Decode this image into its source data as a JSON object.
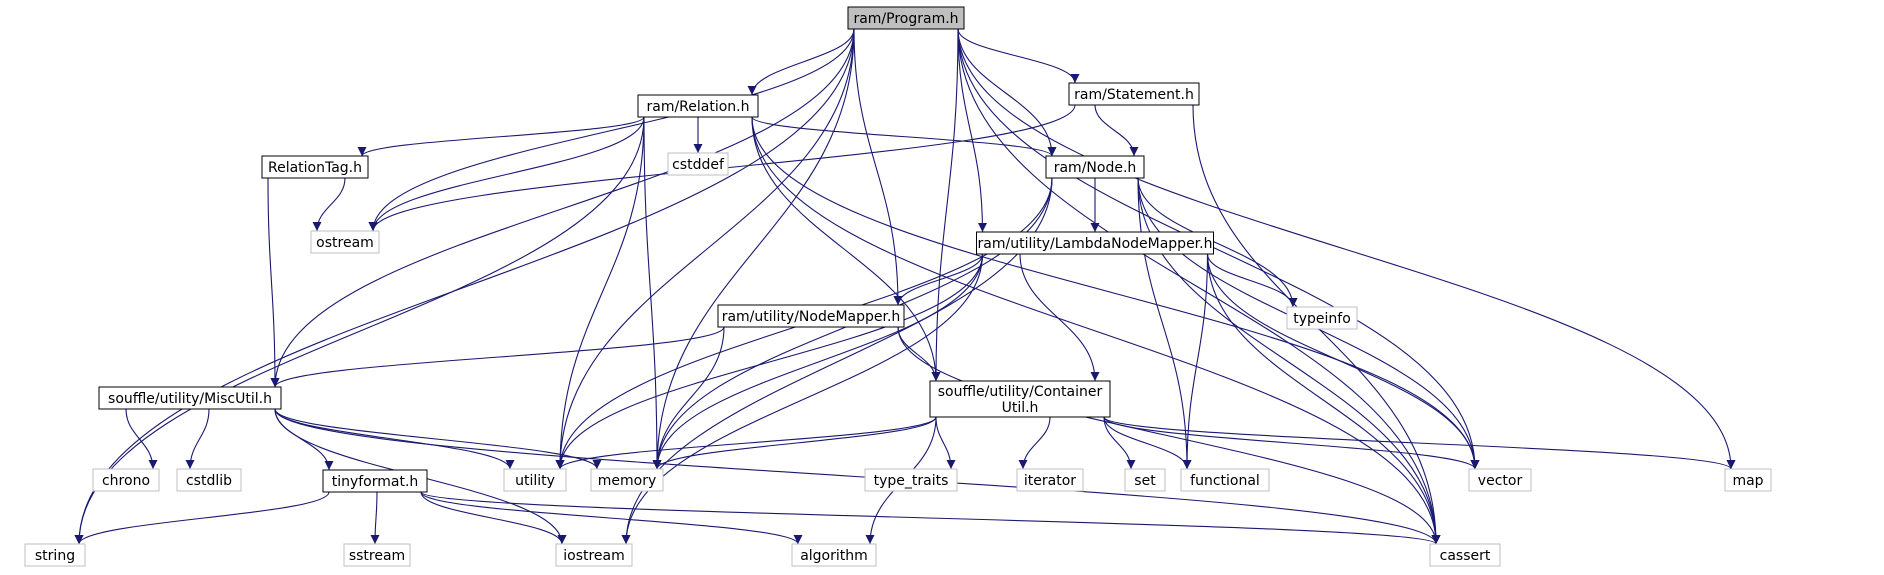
{
  "colors": {
    "edge": "#191970",
    "root_fill": "#bfbfbf",
    "project_stroke": "#000000",
    "system_stroke": "#bfbfbf",
    "background": "#ffffff"
  },
  "nodes": {
    "program": {
      "label": "ram/Program.h",
      "kind": "root"
    },
    "relation": {
      "label": "ram/Relation.h",
      "kind": "project"
    },
    "statement": {
      "label": "ram/Statement.h",
      "kind": "project"
    },
    "relationtag": {
      "label": "RelationTag.h",
      "kind": "project"
    },
    "node": {
      "label": "ram/Node.h",
      "kind": "project"
    },
    "lambda": {
      "label": "ram/utility/LambdaNodeMapper.h",
      "kind": "project"
    },
    "nodemapper": {
      "label": "ram/utility/NodeMapper.h",
      "kind": "project"
    },
    "miscutil": {
      "label": "souffle/utility/MiscUtil.h",
      "kind": "project"
    },
    "container": {
      "label": [
        "souffle/utility/Container",
        "Util.h"
      ],
      "kind": "project"
    },
    "tinyformat": {
      "label": "tinyformat.h",
      "kind": "project"
    },
    "cstddef": {
      "label": "cstddef",
      "kind": "system"
    },
    "ostream": {
      "label": "ostream",
      "kind": "system"
    },
    "typeinfo": {
      "label": "typeinfo",
      "kind": "system"
    },
    "chrono": {
      "label": "chrono",
      "kind": "system"
    },
    "cstdlib": {
      "label": "cstdlib",
      "kind": "system"
    },
    "utility": {
      "label": "utility",
      "kind": "system"
    },
    "memory": {
      "label": "memory",
      "kind": "system"
    },
    "type_traits": {
      "label": "type_traits",
      "kind": "system"
    },
    "iterator": {
      "label": "iterator",
      "kind": "system"
    },
    "set": {
      "label": "set",
      "kind": "system"
    },
    "functional": {
      "label": "functional",
      "kind": "system"
    },
    "vector": {
      "label": "vector",
      "kind": "system"
    },
    "map": {
      "label": "map",
      "kind": "system"
    },
    "string": {
      "label": "string",
      "kind": "system"
    },
    "sstream": {
      "label": "sstream",
      "kind": "system"
    },
    "iostream": {
      "label": "iostream",
      "kind": "system"
    },
    "algorithm": {
      "label": "algorithm",
      "kind": "system"
    },
    "cassert": {
      "label": "cassert",
      "kind": "system"
    }
  },
  "edges": [
    [
      "program",
      "relation"
    ],
    [
      "program",
      "statement"
    ],
    [
      "program",
      "node"
    ],
    [
      "program",
      "lambda"
    ],
    [
      "program",
      "nodemapper"
    ],
    [
      "program",
      "container"
    ],
    [
      "program",
      "miscutil"
    ],
    [
      "program",
      "ostream"
    ],
    [
      "program",
      "utility"
    ],
    [
      "program",
      "memory"
    ],
    [
      "program",
      "string"
    ],
    [
      "program",
      "vector"
    ],
    [
      "program",
      "map"
    ],
    [
      "program",
      "cassert"
    ],
    [
      "relation",
      "relationtag"
    ],
    [
      "relation",
      "node"
    ],
    [
      "relation",
      "cstddef"
    ],
    [
      "relation",
      "ostream"
    ],
    [
      "relation",
      "string"
    ],
    [
      "relation",
      "utility"
    ],
    [
      "relation",
      "memory"
    ],
    [
      "relation",
      "container"
    ],
    [
      "relation",
      "vector"
    ],
    [
      "relation",
      "cassert"
    ],
    [
      "statement",
      "node"
    ],
    [
      "statement",
      "ostream"
    ],
    [
      "statement",
      "cassert"
    ],
    [
      "relationtag",
      "ostream"
    ],
    [
      "relationtag",
      "miscutil"
    ],
    [
      "node",
      "lambda"
    ],
    [
      "node",
      "typeinfo"
    ],
    [
      "node",
      "utility"
    ],
    [
      "node",
      "memory"
    ],
    [
      "node",
      "iostream"
    ],
    [
      "node",
      "functional"
    ],
    [
      "node",
      "vector"
    ],
    [
      "node",
      "cassert"
    ],
    [
      "lambda",
      "nodemapper"
    ],
    [
      "lambda",
      "typeinfo"
    ],
    [
      "lambda",
      "container"
    ],
    [
      "lambda",
      "utility"
    ],
    [
      "lambda",
      "memory"
    ],
    [
      "lambda",
      "iostream"
    ],
    [
      "lambda",
      "functional"
    ],
    [
      "lambda",
      "vector"
    ],
    [
      "lambda",
      "cassert"
    ],
    [
      "nodemapper",
      "miscutil"
    ],
    [
      "nodemapper",
      "container"
    ],
    [
      "nodemapper",
      "memory"
    ],
    [
      "nodemapper",
      "cassert"
    ],
    [
      "miscutil",
      "chrono"
    ],
    [
      "miscutil",
      "cstdlib"
    ],
    [
      "miscutil",
      "tinyformat"
    ],
    [
      "miscutil",
      "utility"
    ],
    [
      "miscutil",
      "memory"
    ],
    [
      "miscutil",
      "iostream"
    ],
    [
      "miscutil",
      "cassert"
    ],
    [
      "container",
      "utility"
    ],
    [
      "container",
      "memory"
    ],
    [
      "container",
      "type_traits"
    ],
    [
      "container",
      "iterator"
    ],
    [
      "container",
      "set"
    ],
    [
      "container",
      "functional"
    ],
    [
      "container",
      "vector"
    ],
    [
      "container",
      "map"
    ],
    [
      "container",
      "algorithm"
    ],
    [
      "tinyformat",
      "string"
    ],
    [
      "tinyformat",
      "sstream"
    ],
    [
      "tinyformat",
      "iostream"
    ],
    [
      "tinyformat",
      "algorithm"
    ],
    [
      "tinyformat",
      "cassert"
    ]
  ]
}
